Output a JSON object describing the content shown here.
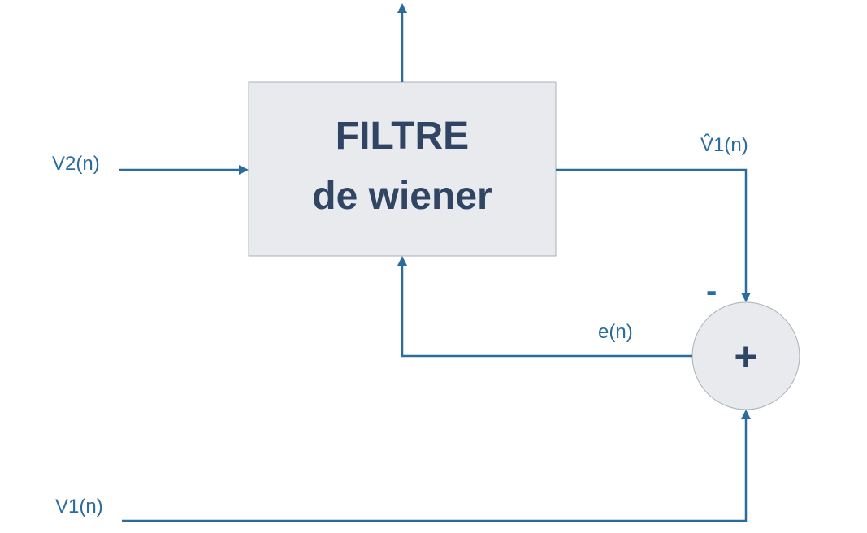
{
  "filter_block": {
    "line1": "FILTRE",
    "line2": "de wiener"
  },
  "summing_junction": {
    "symbol": "+",
    "minus_sign": "-"
  },
  "signals": {
    "v2": "V2(n)",
    "v1_hat": "V̂1(n)",
    "error": "e(n)",
    "v1": "V1(n)"
  },
  "colors": {
    "wire": "#2a6c9c",
    "block_fill": "#e8eaee",
    "block_text": "#2f4563"
  }
}
